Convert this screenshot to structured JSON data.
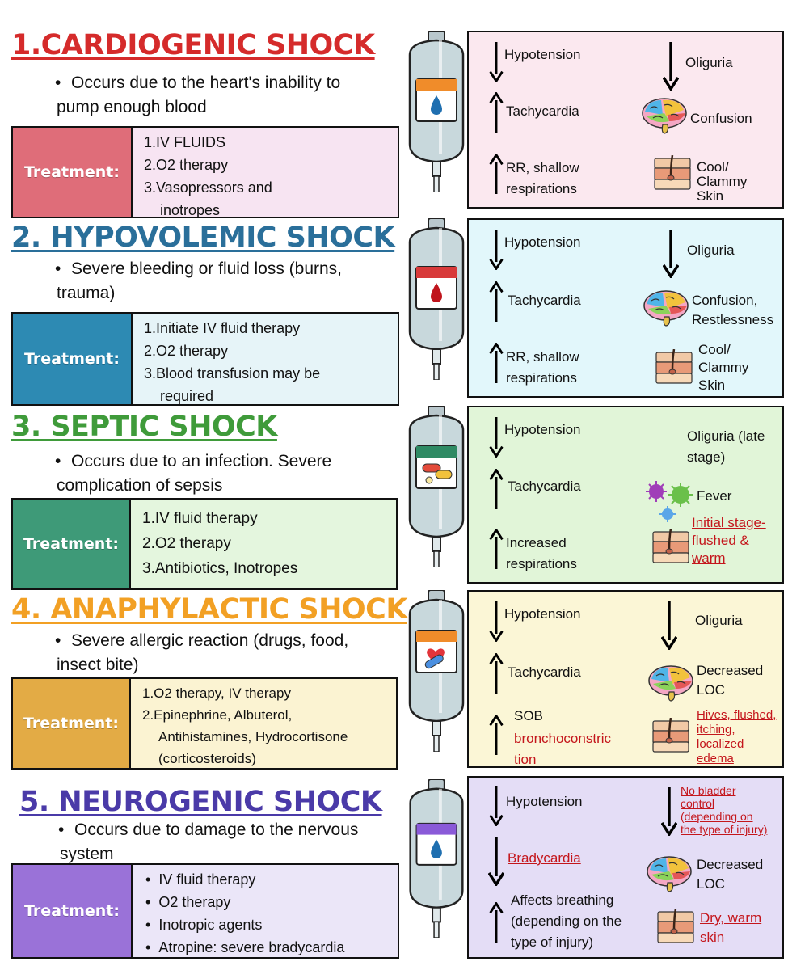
{
  "colors": {
    "cardio": "#d52b2b",
    "hypo": "#2a6f9a",
    "septic": "#3f9b3a",
    "anaph": "#f2a024",
    "neuro": "#4a3aa8",
    "red_text": "#c4161c"
  },
  "sections": [
    {
      "title": "1.CARDIOGENIC SHOCK",
      "description_lines": [
        "Occurs due to the heart's inability to",
        "pump enough blood"
      ],
      "treatment_label": "Treatment:",
      "treatment_items": [
        "1.IV FLUIDS",
        "2.O2 therapy",
        "3.Vasopressors and",
        "inotropes"
      ],
      "bag_icon": "drop-icon",
      "symptoms": {
        "s1": "Hypotension",
        "s2": "Tachycardia",
        "s3a": "RR, shallow",
        "s3b": "respirations",
        "r1": "Oliguria",
        "r2": "Confusion",
        "r3a": "Cool/",
        "r3b": "Clammy",
        "r3c": "Skin"
      }
    },
    {
      "title": "2. HYPOVOLEMIC SHOCK",
      "description_lines": [
        "Severe bleeding or fluid loss (burns,",
        "trauma)"
      ],
      "treatment_label": "Treatment:",
      "treatment_items": [
        "1.Initiate IV fluid therapy",
        "2.O2 therapy",
        "3.Blood transfusion may be",
        "required"
      ],
      "bag_icon": "blood-drop-icon",
      "symptoms": {
        "s1": "Hypotension",
        "s2": "Tachycardia",
        "s3a": "RR, shallow",
        "s3b": "respirations",
        "r1": "Oliguria",
        "r2a": "Confusion,",
        "r2b": "Restlessness",
        "r3a": "Cool/",
        "r3b": "Clammy",
        "r3c": "Skin"
      }
    },
    {
      "title": "3. SEPTIC SHOCK",
      "description_lines": [
        "Occurs due to an infection. Severe",
        "complication of sepsis"
      ],
      "treatment_label": "Treatment:",
      "treatment_items": [
        "1.IV fluid therapy",
        "2.O2 therapy",
        "3.Antibiotics, Inotropes"
      ],
      "bag_icon": "pills-icon",
      "symptoms": {
        "s1": "Hypotension",
        "s2": "Tachycardia",
        "s3a": "Increased",
        "s3b": "respirations",
        "r1a": "Oliguria (late",
        "r1b": "stage)",
        "r2": "Fever",
        "r3a": "Initial stage-",
        "r3b": "flushed &",
        "r3c": "warm"
      }
    },
    {
      "title": "4. ANAPHYLACTIC SHOCK",
      "description_lines": [
        "Severe allergic reaction (drugs, food,",
        "insect bite)"
      ],
      "treatment_label": "Treatment:",
      "treatment_items": [
        "1.O2 therapy, IV therapy",
        "2.Epinephrine, Albuterol,",
        "Antihistamines, Hydrocortisone",
        "(corticosteroids)"
      ],
      "bag_icon": "capsule-heart-icon",
      "symptoms": {
        "s1": "Hypotension",
        "s2": "Tachycardia",
        "s3a": "SOB",
        "s3b": "bronchoconstric",
        "s3c": "tion",
        "r1": "Oliguria",
        "r2a": "Decreased",
        "r2b": "LOC",
        "r3a": "Hives, flushed,",
        "r3b": "itching,",
        "r3c": "localized",
        "r3d": "edema"
      }
    },
    {
      "title": "5. NEUROGENIC SHOCK",
      "description_lines": [
        "Occurs due to damage to the nervous",
        "system"
      ],
      "treatment_label": "Treatment:",
      "treatment_items": [
        "IV fluid therapy",
        "O2 therapy",
        "Inotropic agents",
        "Atropine: severe bradycardia"
      ],
      "bag_icon": "drop-icon",
      "symptoms": {
        "s1": "Hypotension",
        "s2": "Bradycardia",
        "s3a": "Affects breathing",
        "s3b": "(depending on the",
        "s3c": "type of injury)",
        "r1a": "No bladder",
        "r1b": "control",
        "r1c": "(depending on",
        "r1d": "the type of injury)",
        "r2a": "Decreased",
        "r2b": "LOC",
        "r3a": "Dry, warm",
        "r3b": "skin"
      }
    }
  ]
}
